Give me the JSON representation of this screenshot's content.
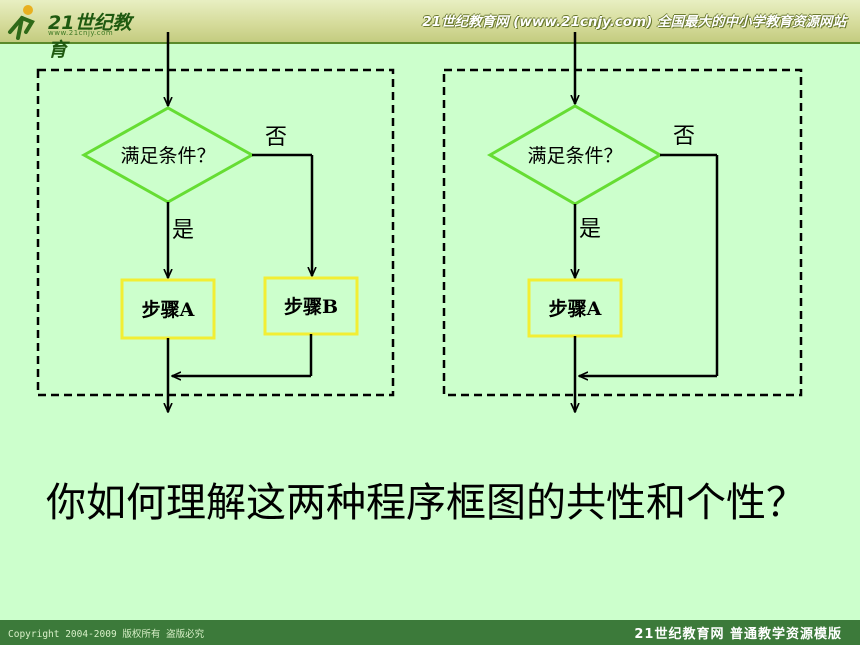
{
  "header": {
    "logo_text": "21世纪教育",
    "logo_url": "www.21cnjy.com",
    "site_tag": "21世纪教育网 (www.21cnjy.com) 全国最大的中小学教育资源网站"
  },
  "diagram_left": {
    "condition": "满足条件？",
    "yes": "是",
    "no": "否",
    "step_a": "步骤A",
    "step_b": "步骤B"
  },
  "diagram_right": {
    "condition": "满足条件？",
    "yes": "是",
    "no": "否",
    "step_a": "步骤A"
  },
  "question": "你如何理解这两种程序框图的共性和个性？",
  "footer": {
    "copyright": "Copyright 2004-2009 版权所有 盗版必究",
    "brand": "21世纪教育网   普通教学资源模版"
  },
  "colors": {
    "background": "#CCFFCC",
    "decision_border": "#66DD33",
    "process_border": "#F2EE33",
    "footer": "#3C7A3A"
  }
}
